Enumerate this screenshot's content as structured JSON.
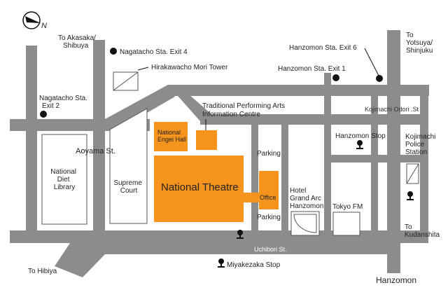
{
  "compass": {
    "letter": "N"
  },
  "destinations": {
    "akasaka": [
      "To Akasaka/",
      "Shibuya"
    ],
    "yotsuya": [
      "To",
      "Yotsuya/",
      "Shinjuku"
    ],
    "hibiya": "To Hibiya",
    "kudanshita": [
      "To",
      "Kudanshita"
    ],
    "hanzomon": "Hanzomon"
  },
  "stations": {
    "nagatacho_exit4": "Nagatacho Sta. Exit 4",
    "nagatacho_exit2": [
      "Nagatacho Sta.",
      "Exit 2"
    ],
    "hanzomon_exit6": "Hanzomon Sta. Exit 6",
    "hanzomon_exit1": "Hanzomon Sta. Exit 1"
  },
  "bus_stops": {
    "hanzomon_stop": "Hanzomon Stop",
    "miyakezaka_stop": "Miyakezaka Stop"
  },
  "streets": {
    "aoyama": "Aoyama St.",
    "kojimachi_odori": "Kojimachi Odori .St",
    "uchibori": "Uchibori St."
  },
  "places": {
    "mori_tower": "Hirakawacho Mori Tower",
    "info_centre": [
      "Traditional Performing Arts",
      "Information Centre"
    ],
    "diet_library": [
      "National",
      "Diet",
      "Library"
    ],
    "supreme_court": [
      "Supreme",
      "Court"
    ],
    "engei_hall": [
      "National",
      "Engei Hall"
    ],
    "national_theatre": "National Theatre",
    "office": "Office",
    "parking_top": "Parking",
    "parking_bottom": "Parking",
    "grand_arc": [
      "Hotel",
      "Grand Arc",
      "Hanzomon"
    ],
    "tokyo_fm": "Tokyo FM",
    "police_station": [
      "Kojimachi",
      "Police",
      "Station"
    ]
  },
  "colors": {
    "road": "#8c8c8c",
    "venue": "#f7941d",
    "marker": "#111111"
  }
}
